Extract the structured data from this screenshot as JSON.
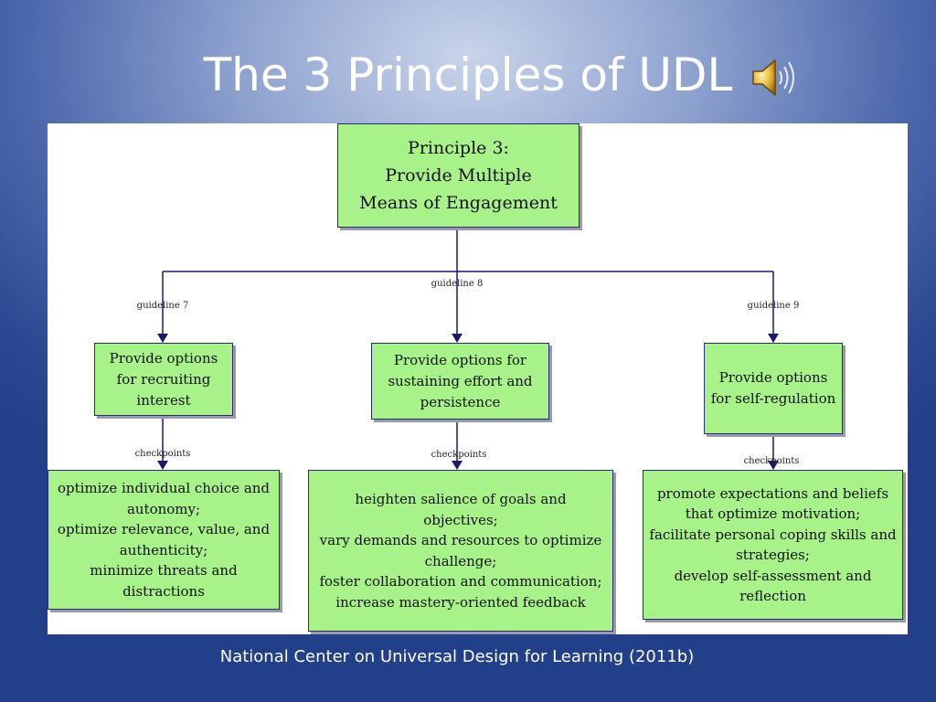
{
  "slide": {
    "title": "The 3 Principles of UDL",
    "audio_icon": "speaker-icon",
    "source": "National Center on Universal Design for Learning (2011b)"
  },
  "colors": {
    "box_fill": "#a8f28a",
    "box_border": "#2a2a7a",
    "connector": "#1a1a6e",
    "panel": "#ffffff",
    "background_center": "#c9d4ea",
    "background_edge": "#22408a"
  },
  "diagram": {
    "principle": "Principle 3:\nProvide Multiple\nMeans of Engagement",
    "guideline_labels": [
      "guideline 7",
      "guideline 8",
      "guideline 9"
    ],
    "checkpoint_label": "checkpoints",
    "guidelines": [
      "Provide options\nfor recruiting\ninterest",
      "Provide options for\nsustaining effort and\npersistence",
      "Provide options\nfor self-regulation"
    ],
    "checkpoints": [
      "optimize individual choice and\nautonomy;\noptimize relevance, value, and\nauthenticity;\nminimize threats and\ndistractions",
      "heighten salience of goals and\nobjectives;\nvary demands and resources to optimize\nchallenge;\nfoster collaboration and communication;\nincrease mastery-oriented feedback",
      "promote expectations and beliefs\nthat optimize motivation;\nfacilitate personal coping skills and\nstrategies;\ndevelop self-assessment and\nreflection"
    ]
  }
}
